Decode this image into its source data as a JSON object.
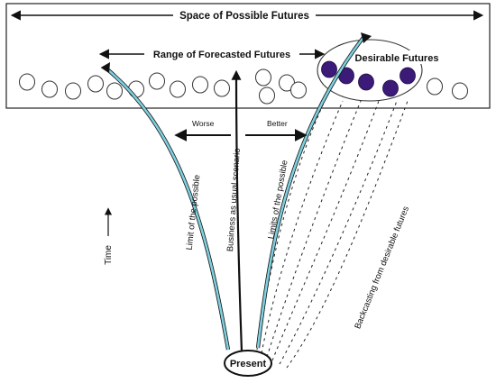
{
  "title": "Space of Possible Futures",
  "range_label": "Range of Forecasted Futures",
  "desirable_label": "Desirable Futures",
  "worse_label": "Worse",
  "better_label": "Better",
  "bau_label": "Business as usual scenario",
  "limit_left_label": "Limit of the possible",
  "limit_right_label": "Limits of the possible",
  "time_label": "Time",
  "backcasting_label": "Backcasting from desirable futures",
  "present_label": "Present",
  "colors": {
    "desirable_fill": "#3b1a78",
    "limit_line": "#7fd0df",
    "ink": "#111111"
  }
}
